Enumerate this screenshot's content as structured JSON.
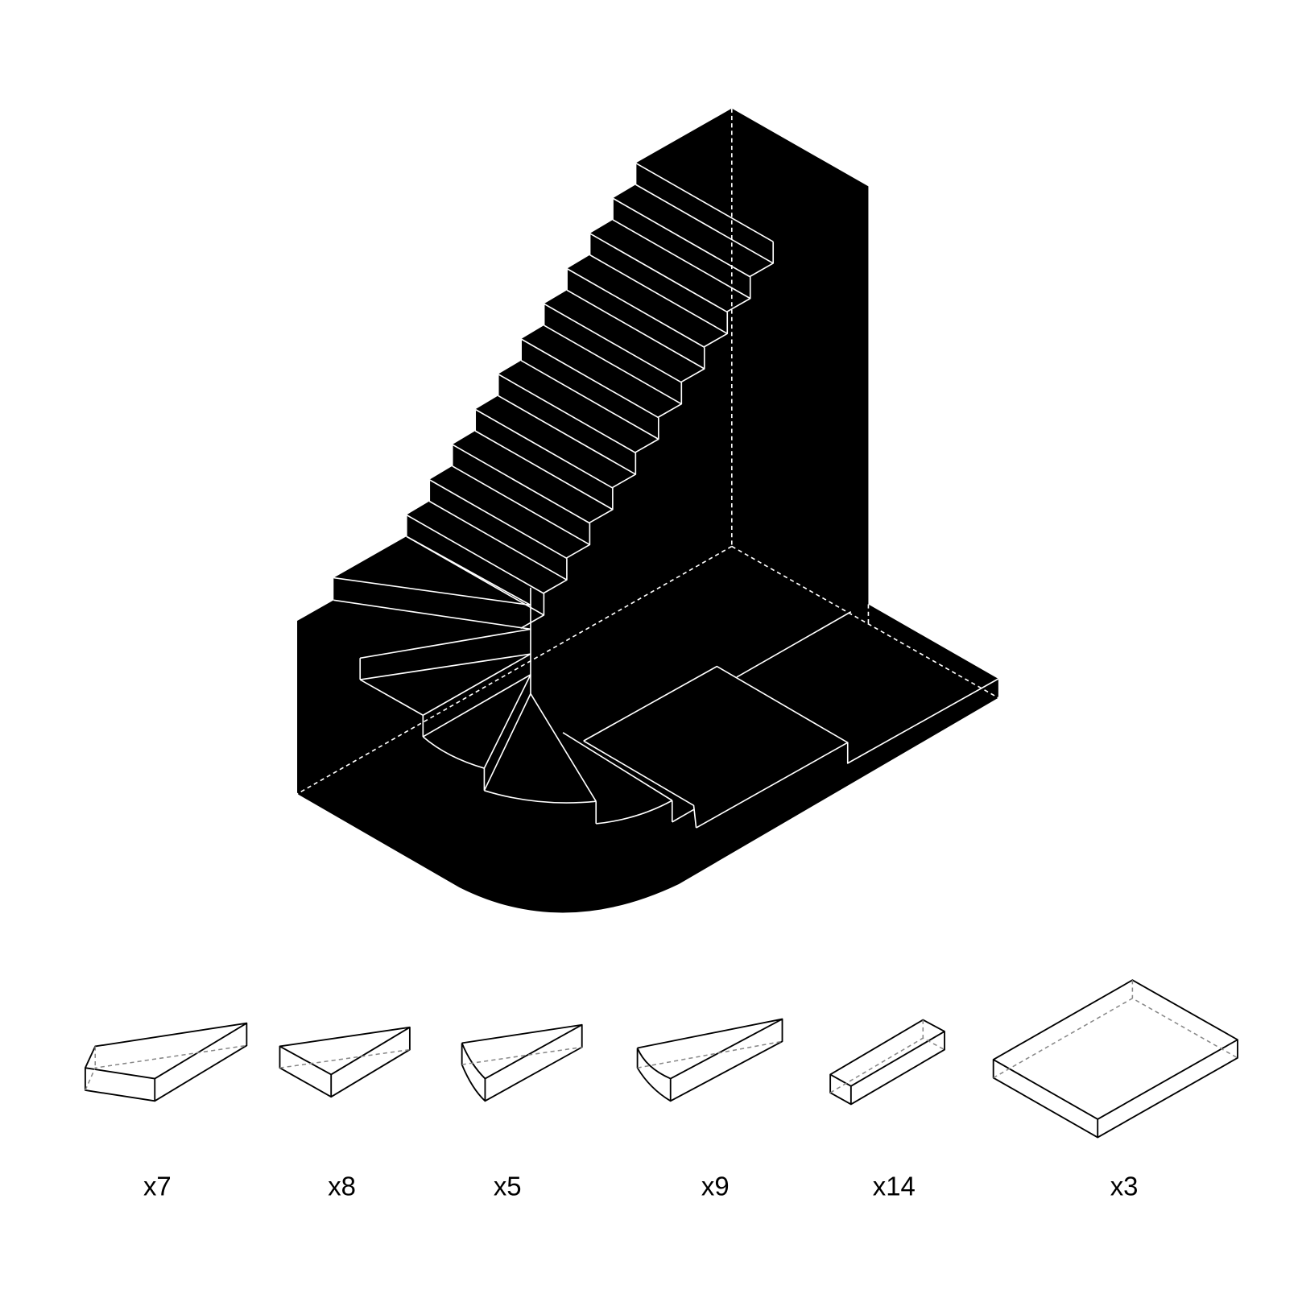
{
  "title": "Staircase component breakdown",
  "colors": {
    "solid": "#000000",
    "line": "#ffffff",
    "hidden_edge": "#888888"
  },
  "main_stair": {
    "straight_steps": 11
  },
  "parts": [
    {
      "name": "winder-step-wide",
      "count_label": "x7"
    },
    {
      "name": "winder-step-triangular",
      "count_label": "x8"
    },
    {
      "name": "winder-step-curved-small",
      "count_label": "x5"
    },
    {
      "name": "winder-step-curved-large",
      "count_label": "x9"
    },
    {
      "name": "straight-step",
      "count_label": "x14"
    },
    {
      "name": "landing-slab",
      "count_label": "x3"
    }
  ]
}
